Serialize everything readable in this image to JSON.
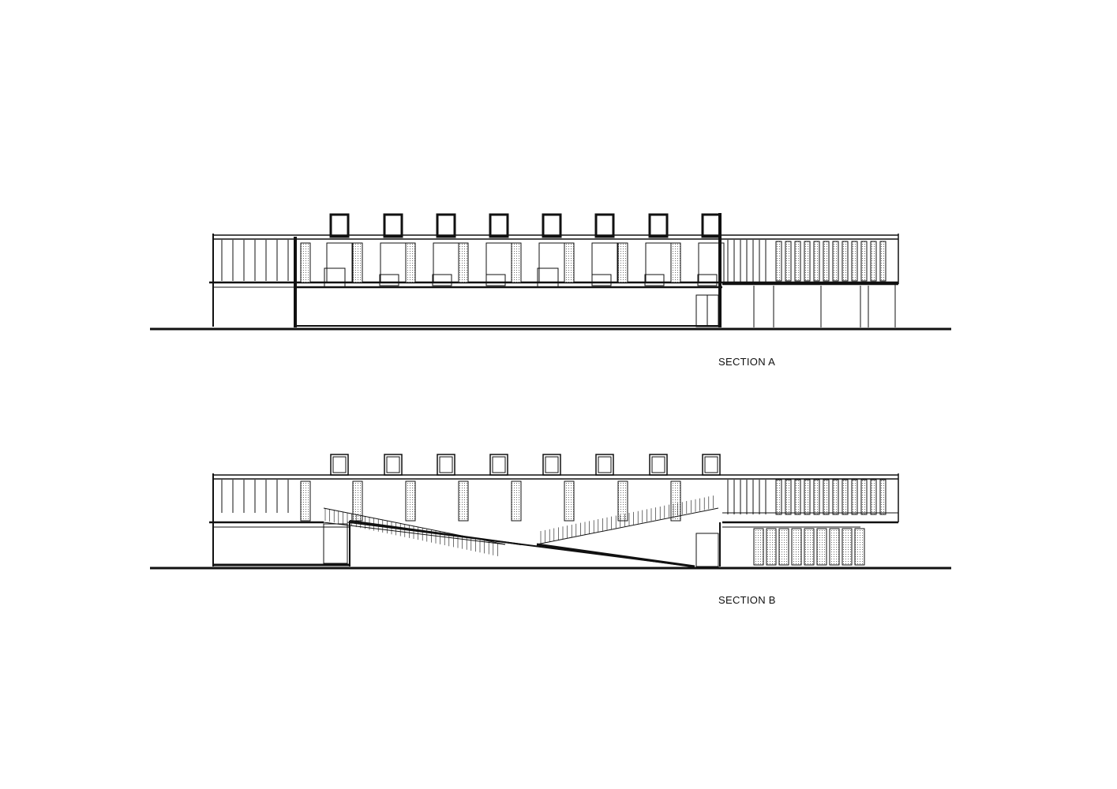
{
  "sections": [
    {
      "id": "a",
      "label": "SECTION A"
    },
    {
      "id": "b",
      "label": "SECTION B"
    }
  ],
  "colors": {
    "line": "#111111",
    "background": "#ffffff",
    "screen": "#555555"
  }
}
